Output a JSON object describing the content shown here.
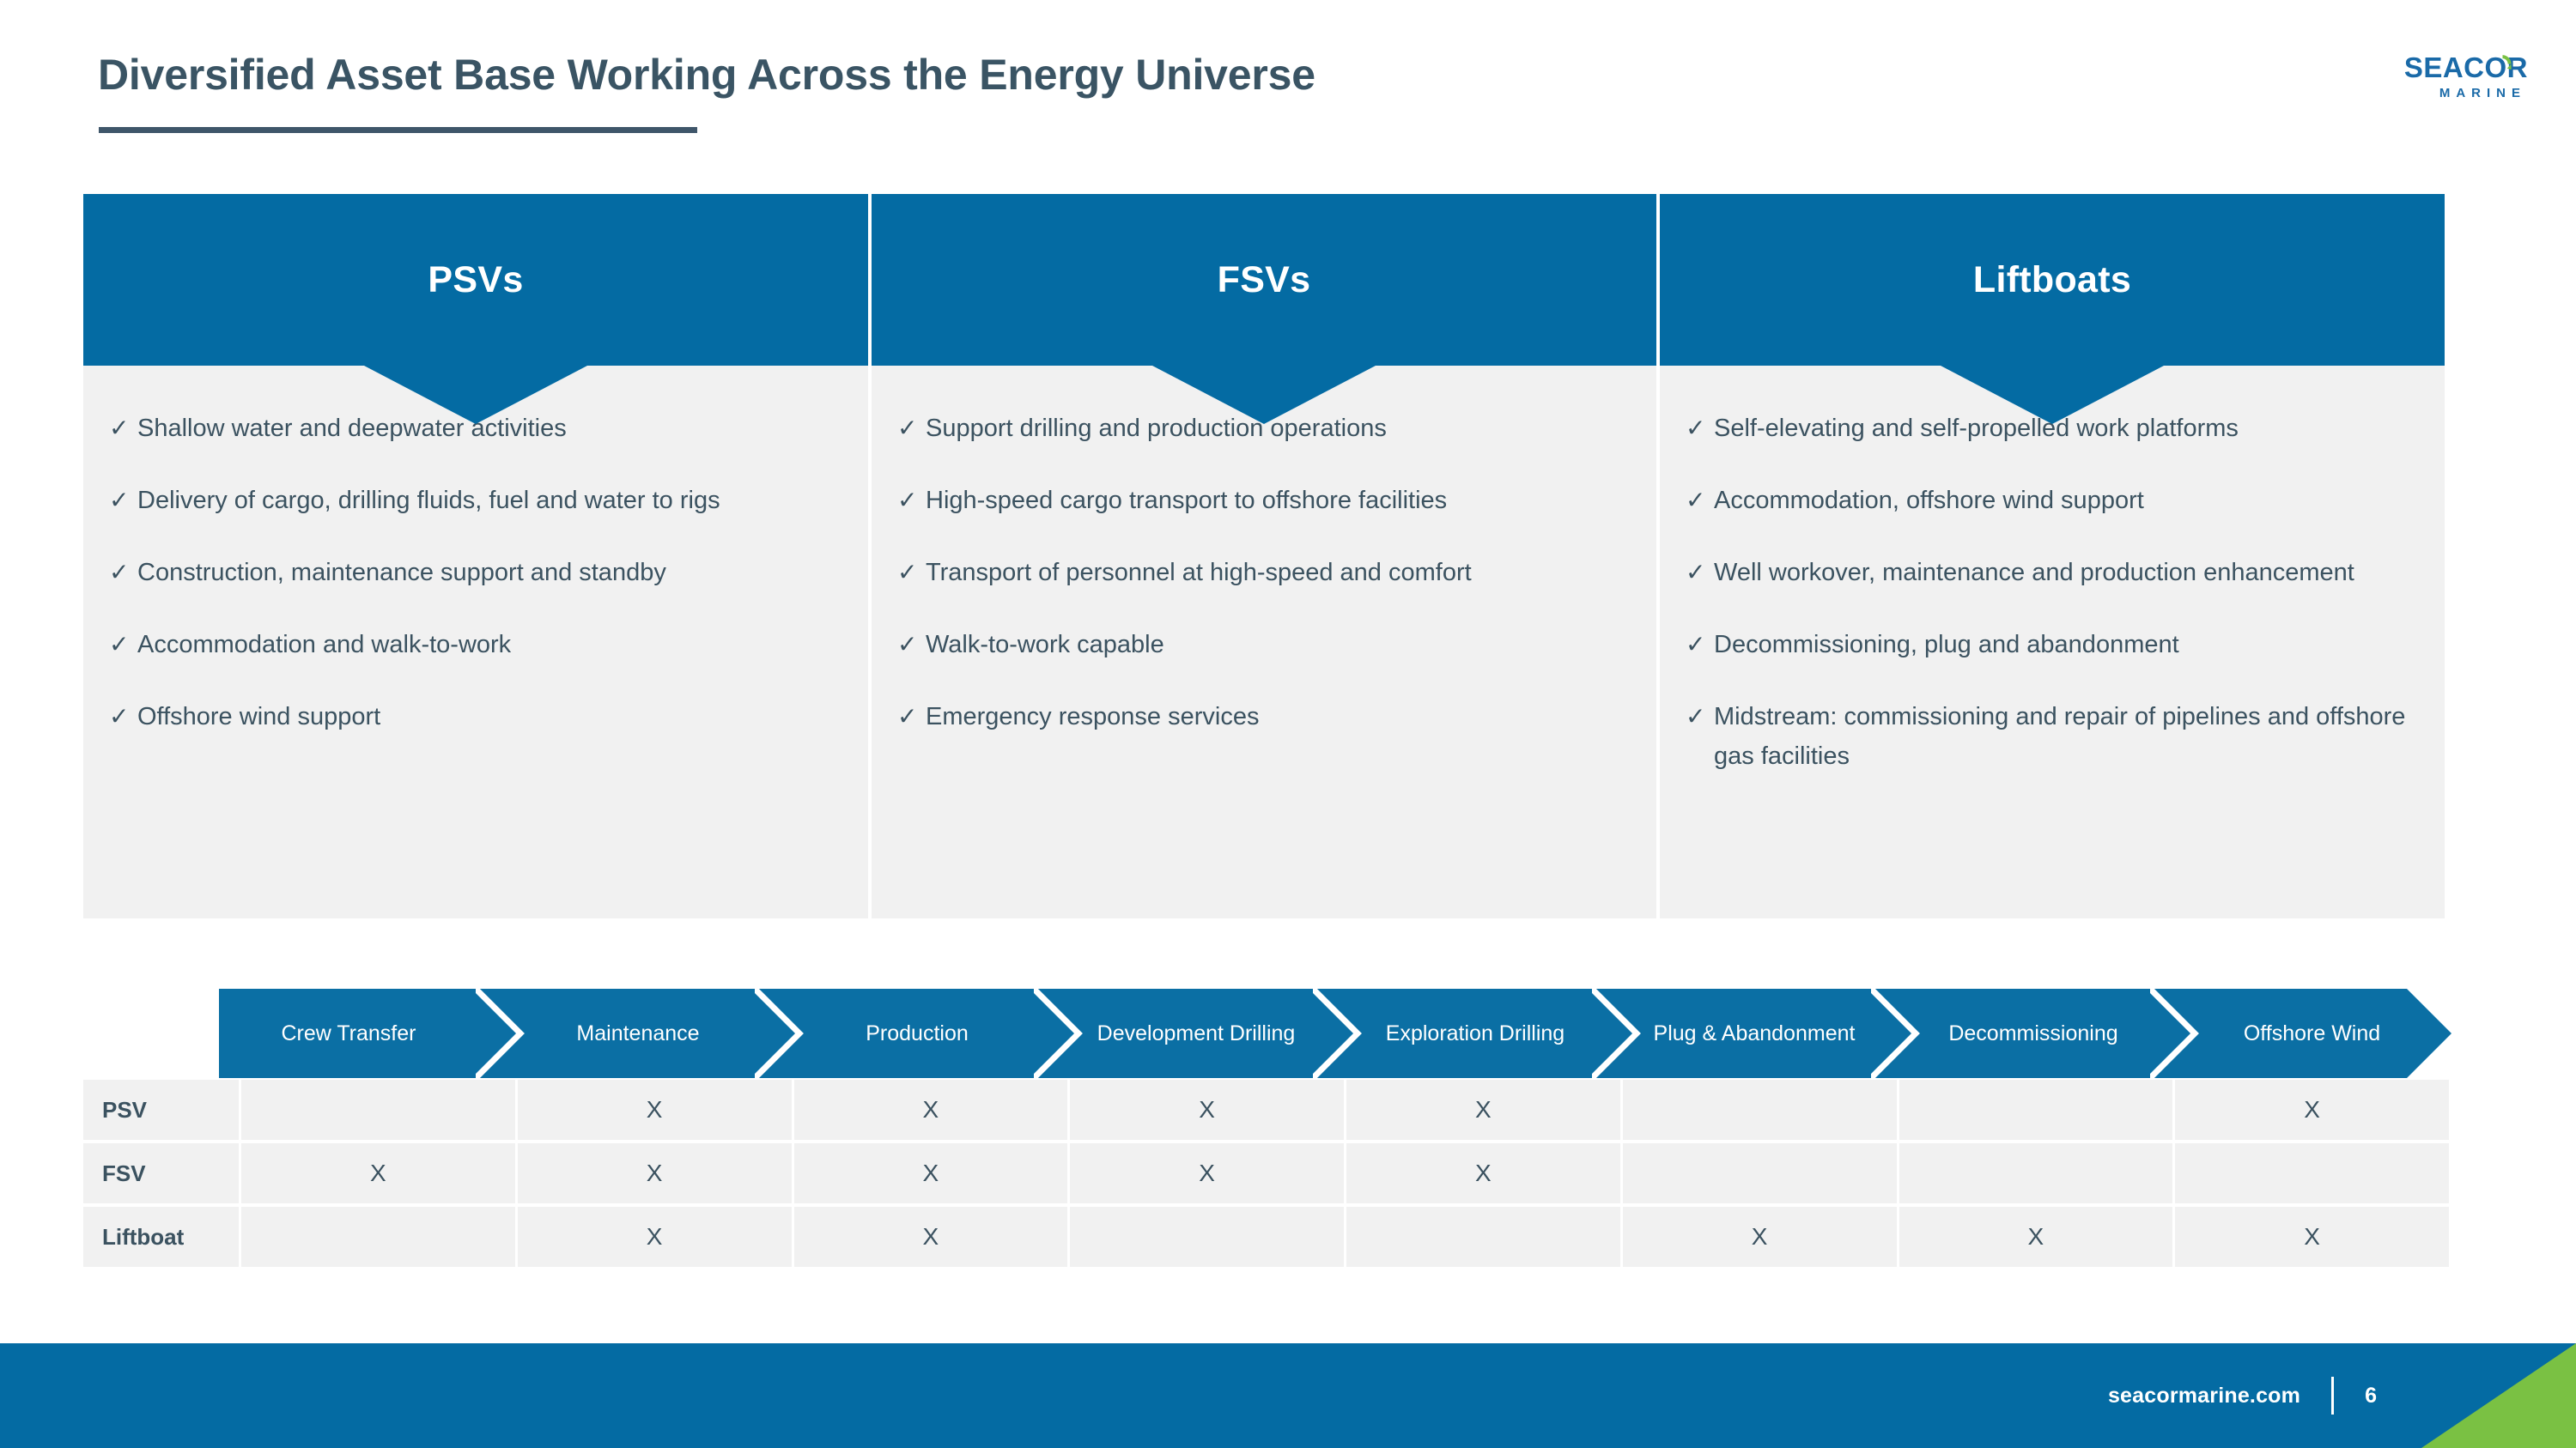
{
  "slide": {
    "title": "Diversified Asset Base Working Across the Energy Universe"
  },
  "logo": {
    "word": "SEACOR",
    "sub": "MARINE",
    "brand_blue": "#1a6aa8",
    "brand_green": "#7ac143"
  },
  "colors": {
    "primary_blue": "#046ba3",
    "chevron_blue": "#0b6fa4",
    "card_gray": "#f1f1f1",
    "text_slate": "#3b5260",
    "title_slate": "#3a5464",
    "accent_green": "#7ac143"
  },
  "cards": [
    {
      "title": "PSVs",
      "bullets": [
        "Shallow water and deepwater activities",
        "Delivery of cargo, drilling fluids, fuel and water to rigs",
        "Construction, maintenance support and standby",
        "Accommodation and walk-to-work",
        "Offshore wind support"
      ]
    },
    {
      "title": "FSVs",
      "bullets": [
        "Support drilling and production operations",
        "High-speed cargo transport to offshore facilities",
        "Transport of personnel at high-speed and comfort",
        "Walk-to-work capable",
        "Emergency response services"
      ]
    },
    {
      "title": "Liftboats",
      "bullets": [
        "Self-elevating and self-propelled work platforms",
        "Accommodation, offshore wind support",
        "Well workover, maintenance and production enhancement",
        "Decommissioning, plug and abandonment",
        "Midstream: commissioning and repair of pipelines and offshore gas facilities"
      ]
    }
  ],
  "icons": {
    "bullet_check": "✓",
    "matrix_mark": "X"
  },
  "chevron_bar": {
    "steps": [
      "Crew Transfer",
      "Maintenance",
      "Production",
      "Development Drilling",
      "Exploration Drilling",
      "Plug & Abandonment",
      "Decommissioning",
      "Offshore Wind"
    ]
  },
  "matrix": {
    "row_labels": [
      "PSV",
      "FSV",
      "Liftboat"
    ],
    "columns": [
      "Crew Transfer",
      "Maintenance",
      "Production",
      "Development Drilling",
      "Exploration Drilling",
      "Plug & Abandonment",
      "Decommissioning",
      "Offshore Wind"
    ],
    "rows": [
      {
        "label": "PSV",
        "marks": [
          "",
          "X",
          "X",
          "X",
          "X",
          "",
          "",
          "X"
        ]
      },
      {
        "label": "FSV",
        "marks": [
          "X",
          "X",
          "X",
          "X",
          "X",
          "",
          "",
          ""
        ]
      },
      {
        "label": "Liftboat",
        "marks": [
          "",
          "X",
          "X",
          "",
          "",
          "X",
          "X",
          "X"
        ]
      }
    ]
  },
  "footer": {
    "site": "seacormarine.com",
    "page": "6"
  }
}
